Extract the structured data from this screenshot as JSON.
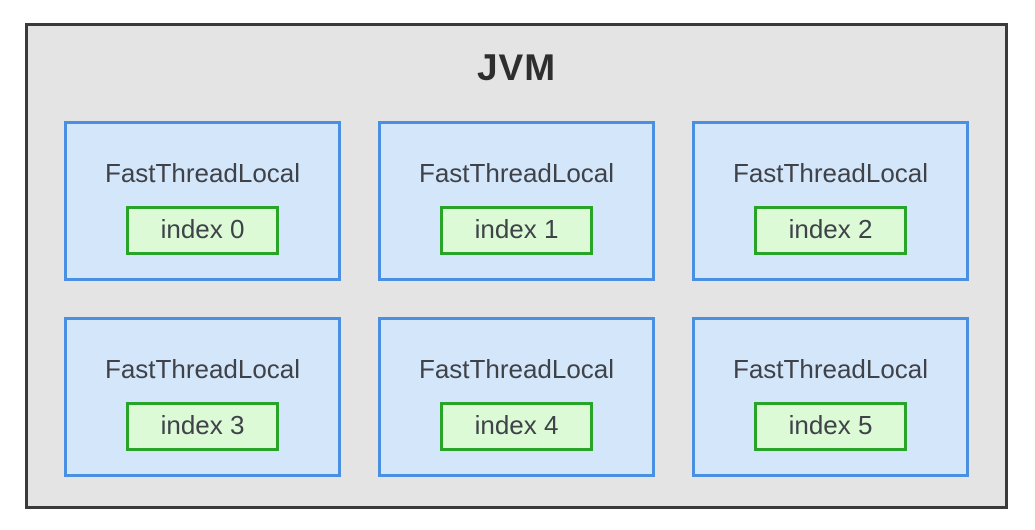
{
  "jvm": {
    "title": "JVM"
  },
  "cards": [
    {
      "label": "FastThreadLocal",
      "index": "index 0"
    },
    {
      "label": "FastThreadLocal",
      "index": "index 1"
    },
    {
      "label": "FastThreadLocal",
      "index": "index 2"
    },
    {
      "label": "FastThreadLocal",
      "index": "index 3"
    },
    {
      "label": "FastThreadLocal",
      "index": "index 4"
    },
    {
      "label": "FastThreadLocal",
      "index": "index 5"
    }
  ],
  "colors": {
    "outer_bg": "#e4e4e4",
    "outer_border": "#3a3a3a",
    "title_color": "#2e2e2e",
    "card_bg": "#d4e6fa",
    "card_border": "#4a90e2",
    "badge_bg": "#dcfad6",
    "badge_border": "#28a428",
    "text_color": "#3f4349"
  }
}
